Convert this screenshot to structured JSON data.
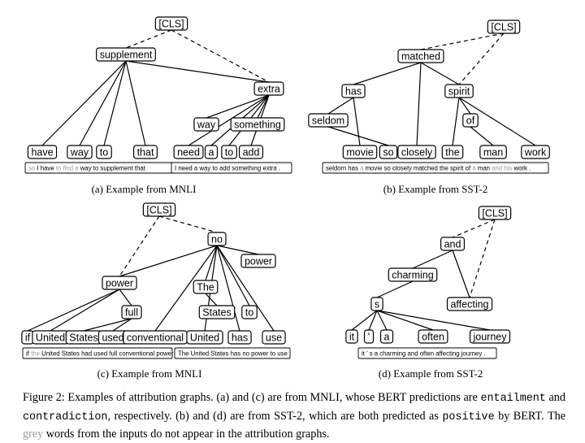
{
  "figure": {
    "panels": [
      {
        "id": "a",
        "caption": "(a) Example from MNLI",
        "nodes": [
          "[CLS]",
          "supplement",
          "extra",
          "way",
          "something",
          "have",
          "way",
          "to",
          "that",
          "need",
          "a",
          "to",
          "add"
        ],
        "edges": [
          [
            0,
            1,
            "dashed"
          ],
          [
            0,
            2,
            "dashed"
          ],
          [
            1,
            5,
            "solid"
          ],
          [
            1,
            6,
            "solid"
          ],
          [
            1,
            7,
            "solid"
          ],
          [
            1,
            8,
            "solid"
          ],
          [
            1,
            2,
            "solid"
          ],
          [
            2,
            3,
            "solid"
          ],
          [
            2,
            4,
            "solid"
          ],
          [
            2,
            9,
            "solid"
          ],
          [
            2,
            10,
            "solid"
          ],
          [
            2,
            11,
            "solid"
          ],
          [
            2,
            12,
            "solid"
          ]
        ],
        "sentences": [
          [
            [
              "so ",
              true
            ],
            [
              "I have ",
              false
            ],
            [
              "to find a ",
              true
            ],
            [
              "way to supplement that",
              false
            ]
          ],
          [
            [
              "I need a way to add something extra .",
              false
            ]
          ]
        ]
      },
      {
        "id": "b",
        "caption": "(b) Example from SST-2",
        "nodes": [
          "[CLS]",
          "matched",
          "spirit",
          "has",
          "seldom",
          "of",
          "movie",
          "so",
          "closely",
          "the",
          "man",
          "work"
        ],
        "edges": [
          [
            0,
            1,
            "dashed"
          ],
          [
            0,
            2,
            "dashed"
          ],
          [
            1,
            3,
            "solid"
          ],
          [
            1,
            2,
            "solid"
          ],
          [
            1,
            8,
            "solid"
          ],
          [
            3,
            4,
            "solid"
          ],
          [
            3,
            6,
            "solid"
          ],
          [
            4,
            7,
            "solid"
          ],
          [
            2,
            5,
            "solid"
          ],
          [
            2,
            9,
            "solid"
          ],
          [
            2,
            11,
            "solid"
          ],
          [
            5,
            10,
            "solid"
          ]
        ],
        "sentences": [
          [
            [
              "seldom has ",
              false
            ],
            [
              "a ",
              true
            ],
            [
              "movie so closely matched the spirit of ",
              false
            ],
            [
              "a ",
              true
            ],
            [
              "man ",
              false
            ],
            [
              "and his ",
              true
            ],
            [
              "work .",
              false
            ]
          ]
        ]
      },
      {
        "id": "c",
        "caption": "(c) Example from MNLI",
        "nodes": [
          "[CLS]",
          "no",
          "power",
          "power",
          "The",
          "full",
          "States",
          "to",
          "if",
          "United",
          "States",
          "used",
          "conventional",
          "United",
          "has",
          "use"
        ],
        "edges": [
          [
            0,
            3,
            "dashed"
          ],
          [
            0,
            1,
            "dashed"
          ],
          [
            1,
            2,
            "solid"
          ],
          [
            1,
            3,
            "solid"
          ],
          [
            1,
            4,
            "solid"
          ],
          [
            1,
            7,
            "solid"
          ],
          [
            1,
            12,
            "solid"
          ],
          [
            1,
            13,
            "solid"
          ],
          [
            1,
            14,
            "solid"
          ],
          [
            1,
            15,
            "solid"
          ],
          [
            3,
            8,
            "solid"
          ],
          [
            3,
            9,
            "solid"
          ],
          [
            3,
            5,
            "solid"
          ],
          [
            5,
            10,
            "solid"
          ],
          [
            5,
            11,
            "solid"
          ],
          [
            4,
            6,
            "solid"
          ]
        ],
        "sentences": [
          [
            [
              "if ",
              false
            ],
            [
              "the ",
              true
            ],
            [
              "United States had used full conventional power",
              false
            ]
          ],
          [
            [
              "The United States has no power to use .",
              false
            ]
          ]
        ]
      },
      {
        "id": "d",
        "caption": "(d) Example from SST-2",
        "nodes": [
          "[CLS]",
          "and",
          "charming",
          "s",
          "affecting",
          "it",
          "'",
          "a",
          "often",
          "journey"
        ],
        "edges": [
          [
            0,
            1,
            "dashed"
          ],
          [
            0,
            4,
            "dashed"
          ],
          [
            1,
            2,
            "solid"
          ],
          [
            1,
            4,
            "solid"
          ],
          [
            2,
            3,
            "solid"
          ],
          [
            3,
            5,
            "solid"
          ],
          [
            3,
            6,
            "solid"
          ],
          [
            3,
            7,
            "solid"
          ],
          [
            3,
            8,
            "solid"
          ],
          [
            3,
            9,
            "solid"
          ]
        ],
        "sentences": [
          [
            [
              "it ' s a charming and often affecting journey .",
              false
            ]
          ]
        ]
      }
    ],
    "caption": {
      "parts": [
        {
          "t": "Figure 2: Examples of attribution graphs. (a) and (c) are from MNLI, whose BERT predictions are ",
          "s": "serif"
        },
        {
          "t": "entailment",
          "s": "mono"
        },
        {
          "t": " and ",
          "s": "serif"
        },
        {
          "t": "contradiction",
          "s": "mono"
        },
        {
          "t": ", respectively. (b) and (d) are from SST-2, which are both predicted as ",
          "s": "serif"
        },
        {
          "t": "positive",
          "s": "mono"
        },
        {
          "t": " by BERT. The ",
          "s": "serif"
        },
        {
          "t": "grey",
          "s": "grey"
        },
        {
          "t": " words from the inputs do not appear in the attribution graphs.",
          "s": "serif"
        }
      ]
    }
  }
}
